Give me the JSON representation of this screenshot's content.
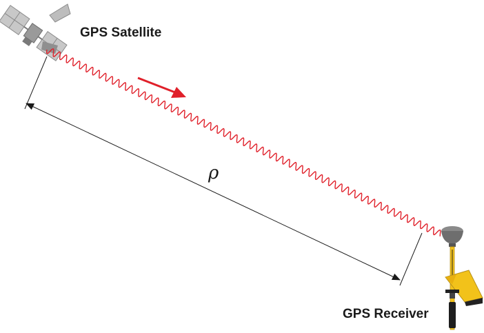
{
  "labels": {
    "satellite": "GPS Satellite",
    "receiver": "GPS Receiver",
    "range_symbol": "ρ"
  },
  "colors": {
    "signal": "#e0202a",
    "arrow": "#e0202a",
    "dimension_line": "#1a1a1a",
    "satellite_body": "#9a9a9a",
    "satellite_panel": "#c8c8c8",
    "receiver_pole": "#f2c21a",
    "receiver_antenna": "#8a8a8a"
  },
  "icons": {
    "satellite": "satellite-icon",
    "receiver": "gps-receiver-icon"
  }
}
